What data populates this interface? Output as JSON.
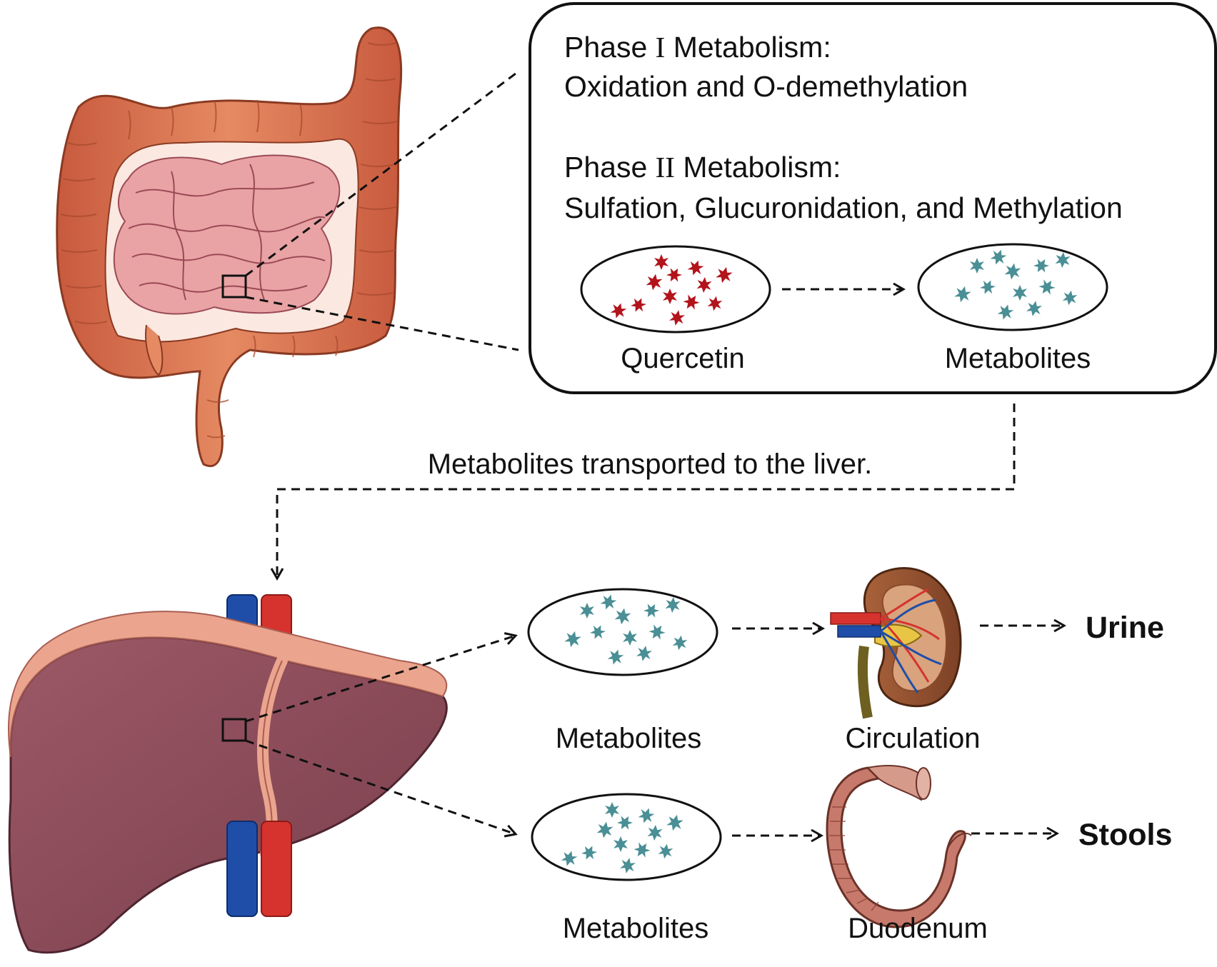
{
  "phase_box": {
    "phase1_title_prefix": "Phase ",
    "phase1_numeral": "I",
    "phase1_title_suffix": " Metabolism:",
    "phase1_desc": "Oxidation and O-demethylation",
    "phase2_title_prefix": "Phase ",
    "phase2_numeral": "II",
    "phase2_title_suffix": " Metabolism:",
    "phase2_desc": "Sulfation, Glucuronidation, and Methylation",
    "quercetin_label": "Quercetin",
    "metabolites_label": "Metabolites"
  },
  "transport_label": "Metabolites transported to the liver.",
  "pathway_top": {
    "metabolites_label": "Metabolites",
    "organ_label": "Circulation",
    "end_label": "Urine"
  },
  "pathway_bottom": {
    "metabolites_label": "Metabolites",
    "organ_label": "Duodenum",
    "end_label": "Stools"
  },
  "colors": {
    "quercetin_particle": "#b3141c",
    "metabolite_particle": "#4a8f95",
    "intestine_large": "#d7704f",
    "intestine_small": "#e7a0a2",
    "liver": "#8e4d5c",
    "liver_rim": "#eba58e",
    "vein_blue": "#1f4ea8",
    "artery_red": "#d6332e"
  },
  "icons": {
    "intestine": "intestine-illustration",
    "liver": "liver-illustration",
    "kidney": "kidney-illustration",
    "duodenum": "duodenum-illustration"
  }
}
